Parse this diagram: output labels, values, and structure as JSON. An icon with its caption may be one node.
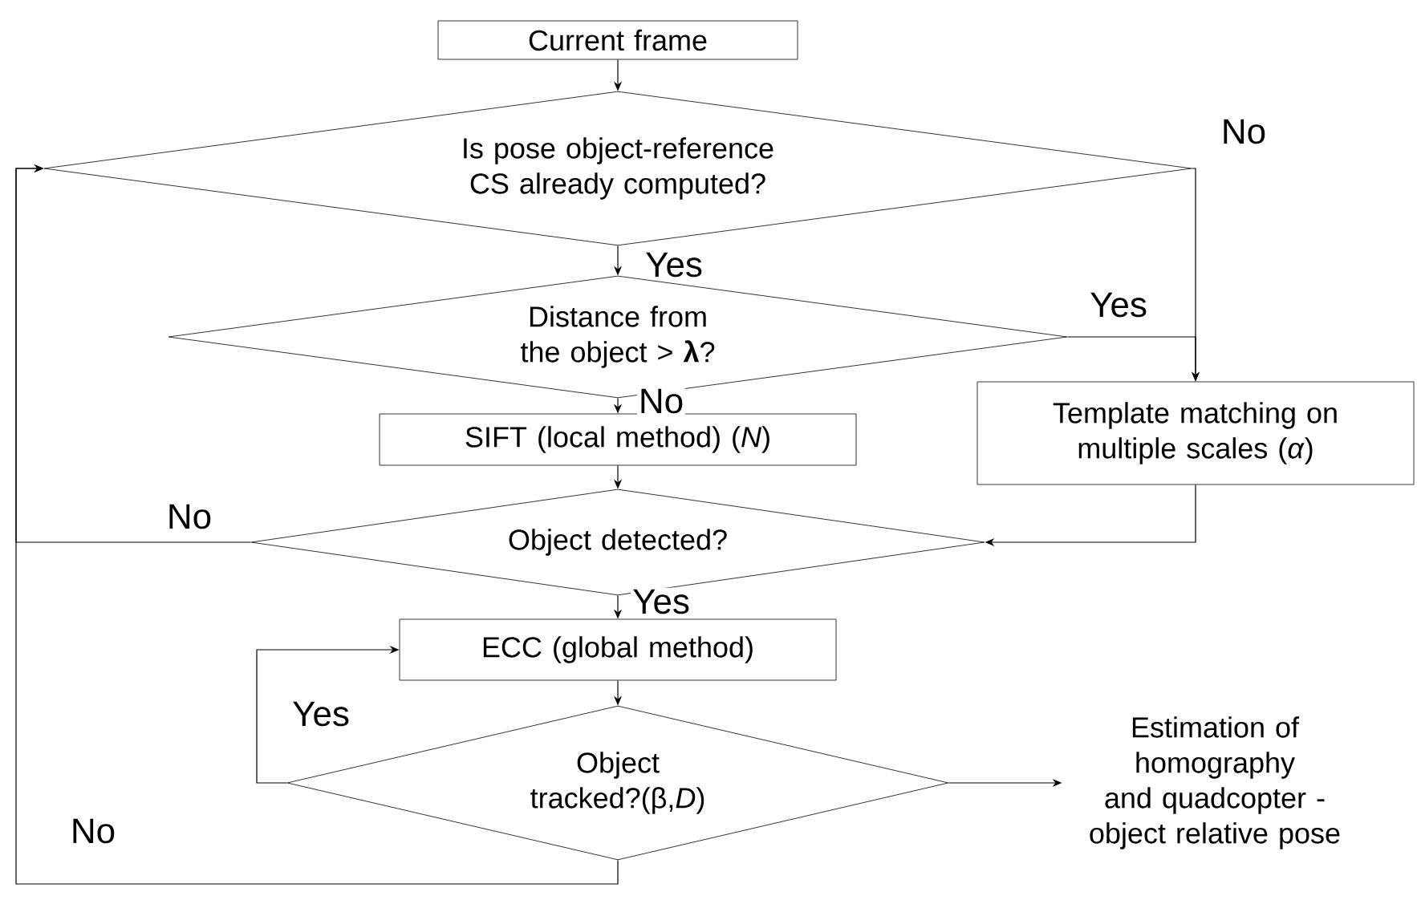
{
  "diagram": {
    "nodes": [
      {
        "text": [
          "Current frame"
        ]
      },
      {
        "text": [
          "Is pose object-reference CS already computed?"
        ]
      },
      {
        "text": [
          "Distance from the object > **λ**?"
        ]
      },
      {
        "text": [
          "SIFT (local method) (*N*)"
        ]
      },
      {
        "text": [
          "Template matching on multiple scales (*α*)"
        ]
      },
      {
        "text": [
          "Object detected?"
        ]
      },
      {
        "text": [
          "ECC (global method)"
        ]
      },
      {
        "text": [
          "Object tracked?(β,*D*)"
        ]
      },
      {
        "text": [
          "Estimation of homography and quadcopter - object relative pose"
        ]
      }
    ],
    "edges": [
      {
        "from": 0,
        "to": 1,
        "arrow": "to"
      },
      {
        "from": 1,
        "to": 2,
        "arrow": "to",
        "label": "Yes"
      },
      {
        "from": 1,
        "to": 4,
        "arrow": "to",
        "label": "No"
      },
      {
        "from": 2,
        "to": 4,
        "arrow": "to",
        "label": "Yes"
      },
      {
        "from": 2,
        "to": 3,
        "arrow": "to",
        "label": "No"
      },
      {
        "from": 3,
        "to": 5,
        "arrow": "to"
      },
      {
        "from": 4,
        "to": 5,
        "arrow": "to"
      },
      {
        "from": 5,
        "to": 1,
        "arrow": "to",
        "label": "No"
      },
      {
        "from": 5,
        "to": 6,
        "arrow": "to",
        "label": "Yes"
      },
      {
        "from": 6,
        "to": 7,
        "arrow": "to"
      },
      {
        "from": 7,
        "to": 6,
        "arrow": "to",
        "label": "Yes"
      },
      {
        "from": 7,
        "to": 1,
        "arrow": "to",
        "label": "No"
      },
      {
        "from": 7,
        "to": 8,
        "arrow": "to"
      }
    ]
  }
}
